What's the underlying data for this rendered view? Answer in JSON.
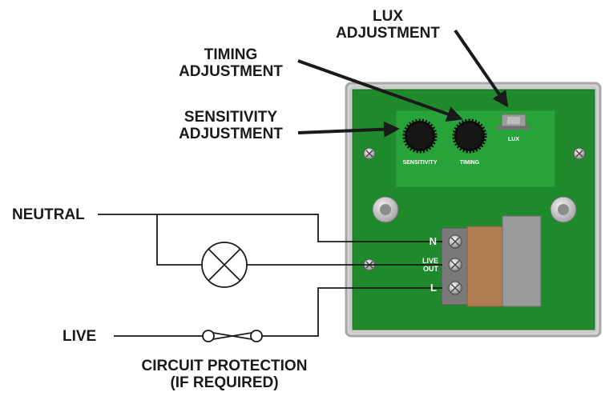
{
  "labels": {
    "lux_line1": "LUX",
    "lux_line2": "ADJUSTMENT",
    "timing_line1": "TIMING",
    "timing_line2": "ADJUSTMENT",
    "sensitivity_line1": "SENSITIVITY",
    "sensitivity_line2": "ADJUSTMENT",
    "neutral": "NEUTRAL",
    "live": "LIVE",
    "protection_line1": "CIRCUIT PROTECTION",
    "protection_line2": "(IF REQUIRED)"
  },
  "board": {
    "knob_sensitivity": "SENSITIVITY",
    "knob_timing": "TIMING",
    "lux": "LUX"
  },
  "terminals": {
    "n": "N",
    "live_out_line1": "LIVE",
    "live_out_line2": "OUT",
    "l": "L"
  },
  "colors": {
    "housing": "#d4d4d4",
    "pcb": "#1f8a2c",
    "terminal_block": "#7a7a7a",
    "brass": "#b07c52",
    "cover": "#9a9a9a",
    "wire": "#1a1a1a"
  }
}
